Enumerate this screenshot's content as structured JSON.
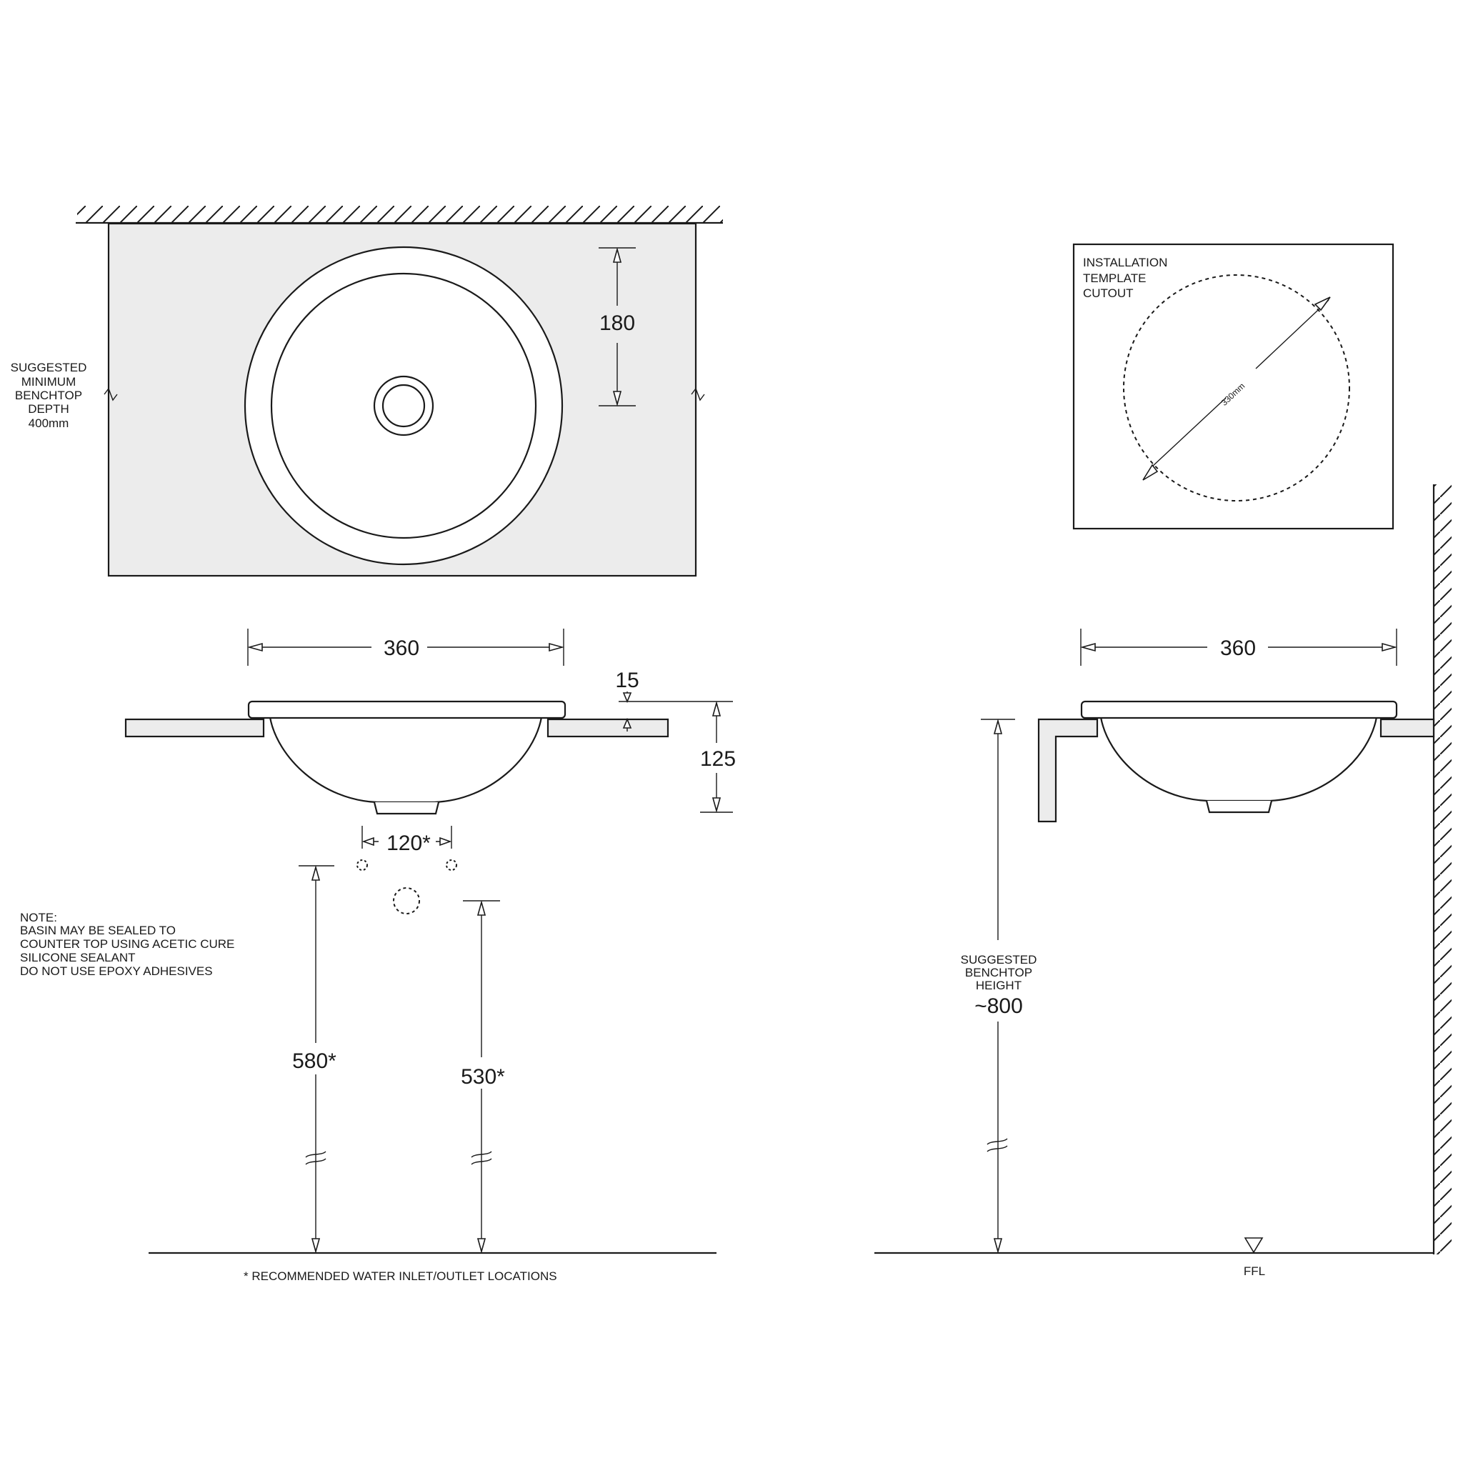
{
  "plan": {
    "depth_label": [
      "SUGGESTED",
      "MINIMUM",
      "BENCHTOP",
      "DEPTH",
      "400mm"
    ],
    "dim_180": "180"
  },
  "template": {
    "title": [
      "INSTALLATION",
      "TEMPLATE",
      "CUTOUT"
    ],
    "dim_330": "330mm"
  },
  "front": {
    "dim_360": "360",
    "dim_15": "15",
    "dim_125": "125",
    "dim_120": "120*",
    "dim_580": "580*",
    "dim_530": "530*",
    "note": [
      "NOTE:",
      "BASIN MAY BE SEALED TO",
      "COUNTER TOP USING ACETIC CURE",
      "SILICONE SEALANT",
      "DO NOT USE EPOXY ADHESIVES"
    ],
    "footnote": "* RECOMMENDED WATER INLET/OUTLET LOCATIONS"
  },
  "side": {
    "dim_360": "360",
    "height_label": [
      "SUGGESTED",
      "BENCHTOP",
      "HEIGHT"
    ],
    "height_value": "~800",
    "ffl": "FFL"
  }
}
